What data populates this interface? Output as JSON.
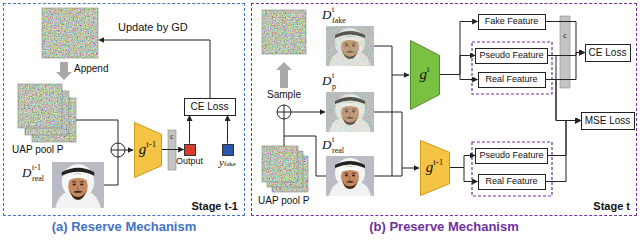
{
  "diagram": {
    "nodes": [
      {
        "text": [
          "(a) Reserve Mechanism",
          "Stage t-1"
        ]
      },
      {
        "text": [
          "g",
          "t-1"
        ],
        "in": 0
      },
      {
        "text": [
          "CE Loss"
        ],
        "in": 0
      },
      {
        "text": [
          "Output"
        ],
        "in": 0
      },
      {
        "text": [
          "y",
          "fake"
        ],
        "in": 0
      },
      {
        "text": [
          "(b) Preserve Mechanism",
          "Stage t"
        ]
      },
      {
        "text": [
          "g",
          "t"
        ],
        "in": 5
      },
      {
        "text": [
          "g",
          "t-1"
        ],
        "in": 5
      },
      {
        "text": [
          "Fake Feature"
        ],
        "in": 5
      },
      {
        "text": [
          "Pseudo Feature"
        ],
        "in": 5
      },
      {
        "text": [
          "Real Feature"
        ],
        "in": 5
      },
      {
        "text": [
          "CE Loss"
        ],
        "in": 5
      },
      {
        "text": [
          "MSE Loss"
        ],
        "in": 5
      },
      {
        "text": [
          "Pseudo Feature"
        ],
        "in": 5
      },
      {
        "text": [
          "Real Feature"
        ],
        "in": 5
      }
    ],
    "edges": [
      {
        "from": 1,
        "to": 3,
        "arrow": "to"
      },
      {
        "from": 3,
        "to": 2,
        "arrow": "to"
      },
      {
        "from": 4,
        "to": 2,
        "arrow": "to"
      },
      {
        "from": 6,
        "to": 8,
        "arrow": "to"
      },
      {
        "from": 6,
        "to": 9,
        "arrow": "to"
      },
      {
        "from": 6,
        "to": 10,
        "arrow": "to"
      },
      {
        "from": 7,
        "to": 13,
        "arrow": "to"
      },
      {
        "from": 7,
        "to": 14,
        "arrow": "to"
      },
      {
        "from": 8,
        "to": 11,
        "arrow": "to"
      },
      {
        "from": 9,
        "to": 11,
        "arrow": "to"
      },
      {
        "from": 10,
        "to": 11,
        "arrow": "to"
      },
      {
        "from": 9,
        "to": 12,
        "arrow": "to"
      },
      {
        "from": 10,
        "to": 12,
        "arrow": "to"
      },
      {
        "from": 13,
        "to": 12,
        "arrow": "to"
      },
      {
        "from": 14,
        "to": 12,
        "arrow": "to"
      }
    ],
    "labels": [
      "Update by GD",
      "Append",
      "UAP pool P",
      "D",
      "t-1",
      "real",
      "c",
      "Sample",
      "D",
      "t",
      "fake",
      "D",
      "t",
      "p",
      "D",
      "t",
      "real",
      "UAP pool P",
      "c"
    ]
  }
}
